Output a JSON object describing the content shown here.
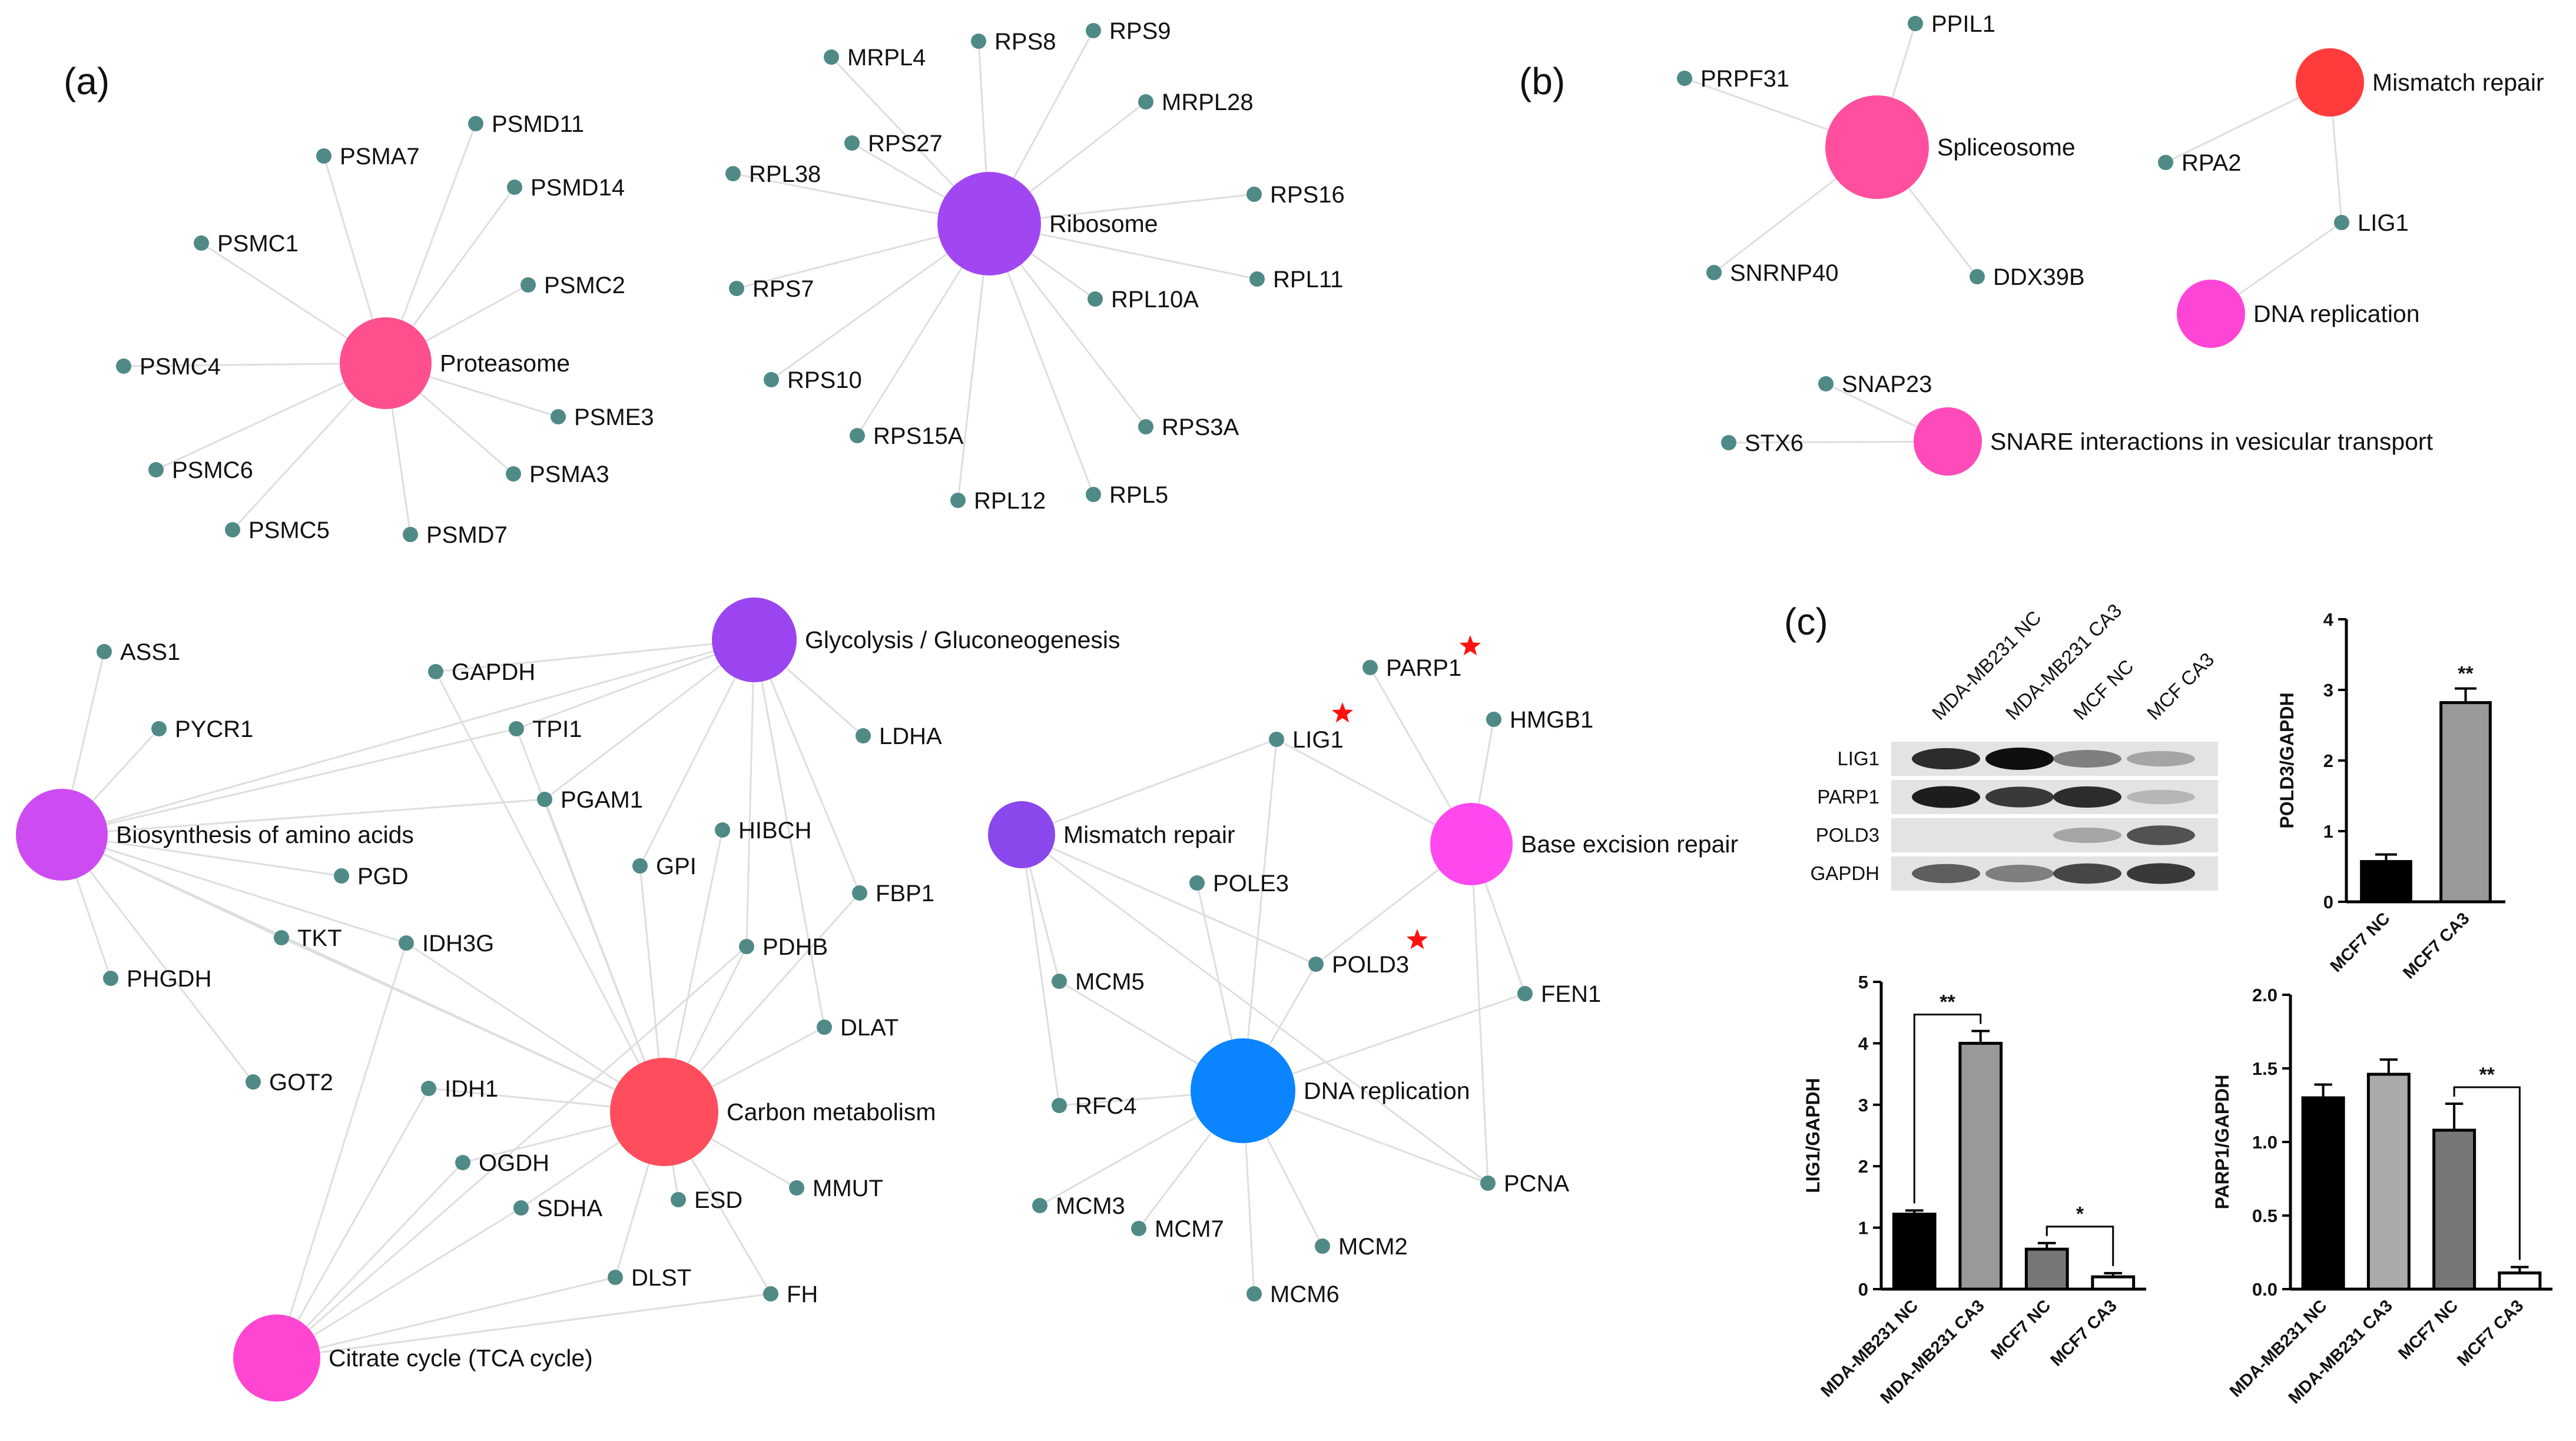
{
  "panel_labels": {
    "a": "(a)",
    "b": "(b)",
    "c": "(c)"
  },
  "colors": {
    "gene": "#4f8a87",
    "edge": "#dedede",
    "proteasome": "#ff4f8d",
    "ribosome": "#a047f2",
    "glycolysis": "#9a45f0",
    "amino": "#cc4cf2",
    "carbon": "#ff4d5d",
    "tca": "#ff46d2",
    "mismatch_a": "#8a47ec",
    "ber": "#ff48ee",
    "dnarep_a": "#0a84ff",
    "spliceosome": "#ff4f9e",
    "mismatch_b": "#ff3b3b",
    "dnarep_b": "#ff45d6",
    "snare": "#ff4ab9",
    "star": "#ff1111"
  },
  "networks": {
    "proteasome": {
      "hub": "Proteasome",
      "genes": [
        "PSMA7",
        "PSMD11",
        "PSMD14",
        "PSMC1",
        "PSMC2",
        "PSMC4",
        "PSME3",
        "PSMC6",
        "PSMA3",
        "PSMC5",
        "PSMD7"
      ]
    },
    "ribosome": {
      "hub": "Ribosome",
      "genes": [
        "MRPL4",
        "RPS8",
        "RPS9",
        "MRPL28",
        "RPS27",
        "RPL38",
        "RPS16",
        "RPS7",
        "RPL11",
        "RPL10A",
        "RPS10",
        "RPS15A",
        "RPS3A",
        "RPL12",
        "RPL5"
      ]
    },
    "metabolism": {
      "hubs": [
        "Glycolysis / Gluconeogenesis",
        "Biosynthesis of amino acids",
        "Carbon metabolism",
        "Citrate cycle (TCA cycle)"
      ],
      "genes": [
        "ASS1",
        "GAPDH",
        "TPI1",
        "PYCR1",
        "LDHA",
        "PGAM1",
        "HIBCH",
        "GPI",
        "PGD",
        "FBP1",
        "TKT",
        "IDH3G",
        "PDHB",
        "PHGDH",
        "DLAT",
        "GOT2",
        "IDH1",
        "OGDH",
        "MMUT",
        "SDHA",
        "ESD",
        "DLST",
        "FH"
      ]
    },
    "dna_repair": {
      "hubs": [
        "Mismatch repair",
        "Base excision repair",
        "DNA replication"
      ],
      "genes": [
        "PARP1",
        "HMGB1",
        "LIG1",
        "POLE3",
        "POLD3",
        "MCM5",
        "FEN1",
        "RFC4",
        "PCNA",
        "MCM3",
        "MCM7",
        "MCM2",
        "MCM6"
      ],
      "starred": [
        "PARP1",
        "LIG1",
        "POLD3"
      ]
    },
    "panel_b": {
      "hubs": [
        "Spliceosome",
        "Mismatch repair",
        "DNA replication",
        "SNARE interactions in vesicular transport"
      ],
      "genes": [
        "PPIL1",
        "PRPF31",
        "SNRNP40",
        "DDX39B",
        "RPA2",
        "LIG1",
        "SNAP23",
        "STX6"
      ]
    }
  },
  "western_blot": {
    "lanes": [
      "MDA-MB231 NC",
      "MDA-MB231 CA3",
      "MCF NC",
      "MCF CA3"
    ],
    "rows": [
      "LIG1",
      "PARP1",
      "POLD3",
      "GAPDH"
    ]
  },
  "chart_data": [
    {
      "type": "bar",
      "categories": [
        "MCF7 NC",
        "MCF7 CA3"
      ],
      "values": [
        0.57,
        2.82
      ],
      "errors": [
        0.1,
        0.2
      ],
      "ylabel": "POLD3/GAPDH",
      "ylim": [
        0,
        4
      ],
      "yticks": [
        "0",
        "1",
        "2",
        "3",
        "4"
      ],
      "bar_colors": [
        "#000000",
        "#999999"
      ],
      "significance": [
        {
          "label": "**",
          "over": 1
        }
      ]
    },
    {
      "type": "bar",
      "categories": [
        "MDA-MB231 NC",
        "MDA-MB231 CA3",
        "MCF7 NC",
        "MCF7 CA3"
      ],
      "values": [
        1.22,
        4.0,
        0.65,
        0.2
      ],
      "errors": [
        0.06,
        0.2,
        0.1,
        0.06
      ],
      "ylabel": "LIG1/GAPDH",
      "ylim": [
        0,
        5
      ],
      "yticks": [
        "0",
        "1",
        "2",
        "3",
        "4",
        "5"
      ],
      "bar_colors": [
        "#000000",
        "#999999",
        "#777777",
        "#ffffff"
      ],
      "significance": [
        {
          "label": "**",
          "pair": [
            0,
            1
          ]
        },
        {
          "label": "*",
          "pair": [
            2,
            3
          ]
        }
      ]
    },
    {
      "type": "bar",
      "categories": [
        "MDA-MB231 NC",
        "MDA-MB231 CA3",
        "MCF7 NC",
        "MCF7 CA3"
      ],
      "values": [
        1.3,
        1.46,
        1.08,
        0.11
      ],
      "errors": [
        0.09,
        0.1,
        0.18,
        0.04
      ],
      "ylabel": "PARP1/GAPDH",
      "ylim": [
        0,
        2.0
      ],
      "yticks": [
        "0.0",
        "0.5",
        "1.0",
        "1.5",
        "2.0"
      ],
      "bar_colors": [
        "#000000",
        "#aaaaaa",
        "#777777",
        "#ffffff"
      ],
      "significance": [
        {
          "label": "**",
          "pair": [
            2,
            3
          ]
        }
      ]
    }
  ]
}
